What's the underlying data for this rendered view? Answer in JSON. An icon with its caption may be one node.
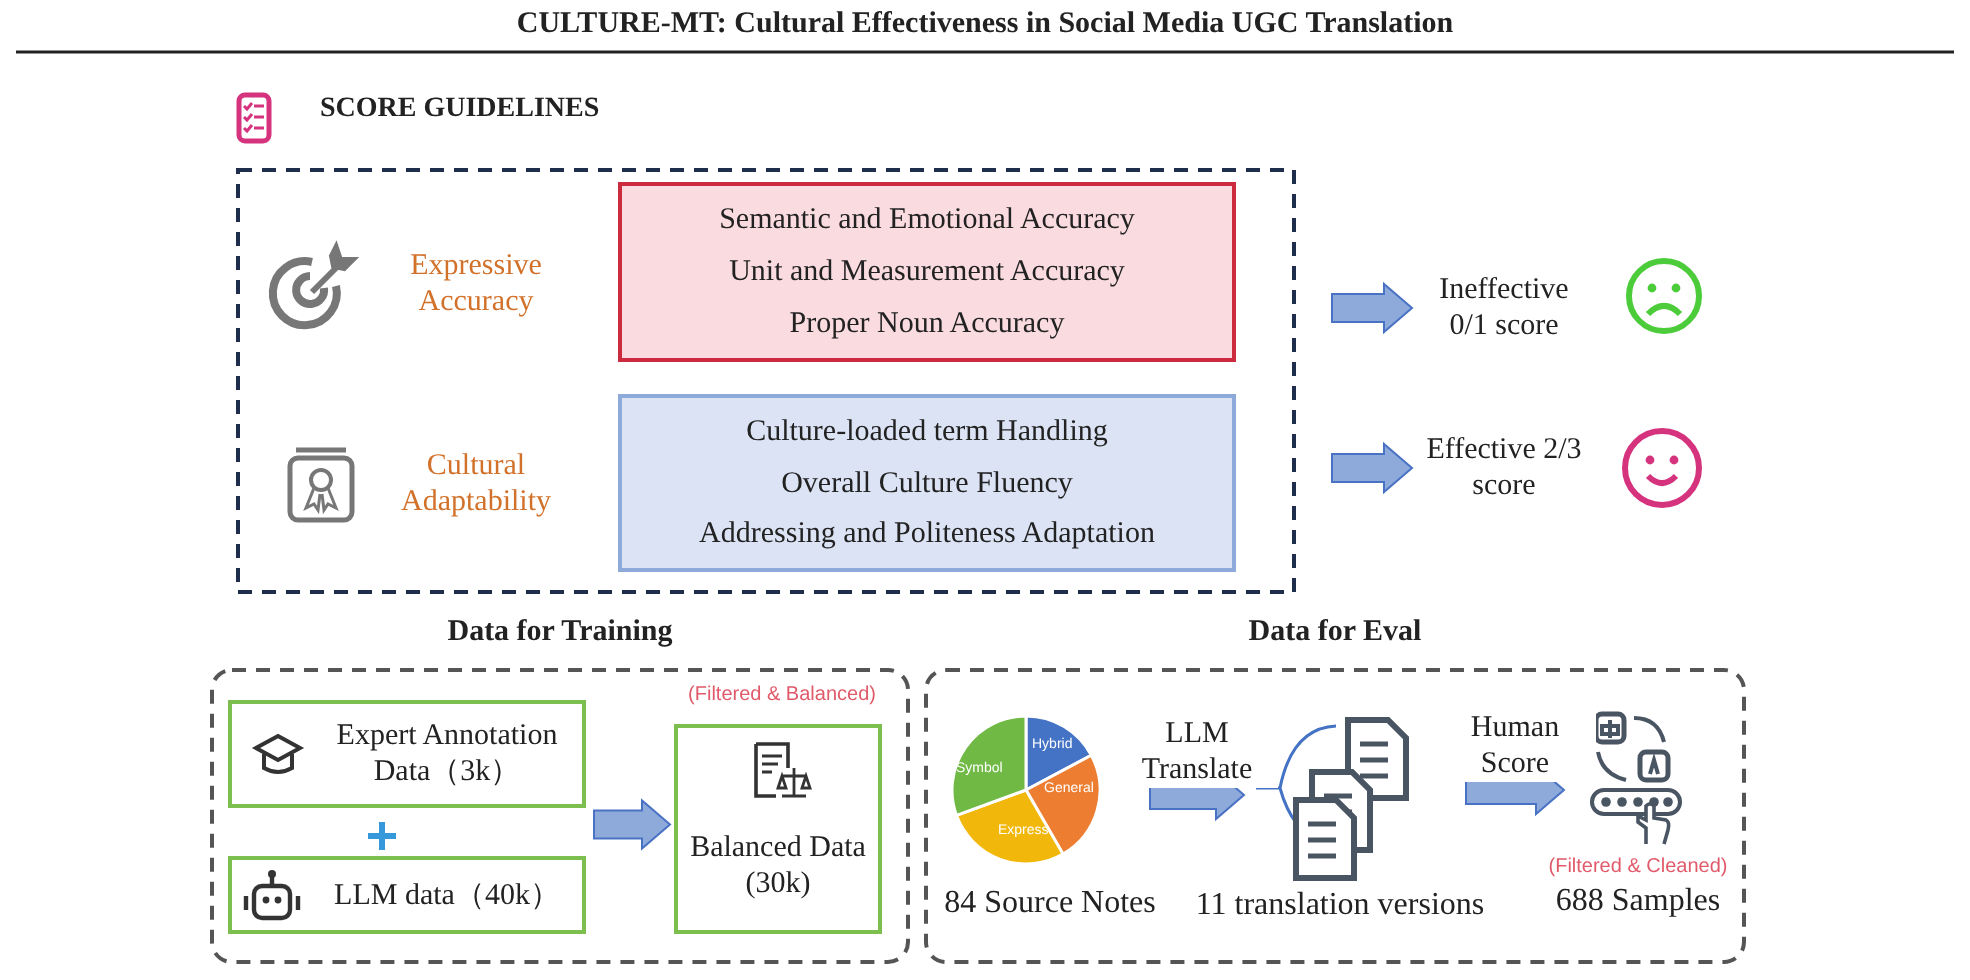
{
  "diagram": {
    "title": "CULTURE-MT: Cultural Effectiveness in Social Media UGC Translation",
    "nodes": [
      {
        "text": [
          "SCORE GUIDELINES"
        ]
      },
      {
        "text": [
          "Semantic and Emotional Accuracy",
          "Unit and Measurement Accuracy",
          "Proper Noun Accuracy"
        ],
        "in": 0
      },
      {
        "text": [
          "Culture-loaded term Handling",
          "Overall Culture Fluency",
          "Addressing and Politeness Adaptation"
        ],
        "in": 0
      },
      {
        "text": [
          "Ineffective 0/1 score"
        ]
      },
      {
        "text": [
          "Effective 2/3 score"
        ]
      },
      {
        "text": [
          "Data for Training"
        ]
      },
      {
        "text": [
          "Expert Annotation Data（3k）"
        ],
        "in": 5
      },
      {
        "text": [
          "LLM data（40k）"
        ],
        "in": 5
      },
      {
        "text": [
          "Balanced Data (30k)"
        ],
        "in": 5,
        "beside": [
          "(Filtered & Balanced)"
        ]
      },
      {
        "text": [
          "Data for Eval"
        ]
      },
      {
        "text": [],
        "shape": "picture",
        "in": 9,
        "beside": [
          "84 Source Notes"
        ]
      },
      {
        "text": [],
        "shape": "picture",
        "in": 9,
        "beside": [
          "11 translation versions"
        ]
      },
      {
        "text": [],
        "shape": "picture",
        "in": 9,
        "beside": [
          "(Filtered & Cleaned)",
          "688 Samples"
        ]
      }
    ],
    "edges": [
      {
        "from": null,
        "to": 3,
        "arrow": "to"
      },
      {
        "from": null,
        "to": 4,
        "arrow": "to"
      },
      {
        "from": 6,
        "to": 8,
        "arrow": "to"
      },
      {
        "from": 7,
        "to": 8,
        "arrow": "to"
      },
      {
        "from": 10,
        "to": 11,
        "arrow": "to",
        "label": "LLM Translate"
      },
      {
        "from": 11,
        "to": 12,
        "arrow": "to",
        "label": "Human Score"
      }
    ],
    "labels": [
      "Expressive Accuracy",
      "Cultural Adaptability",
      "Hybrid",
      "Symbol",
      "General",
      "Express"
    ]
  }
}
